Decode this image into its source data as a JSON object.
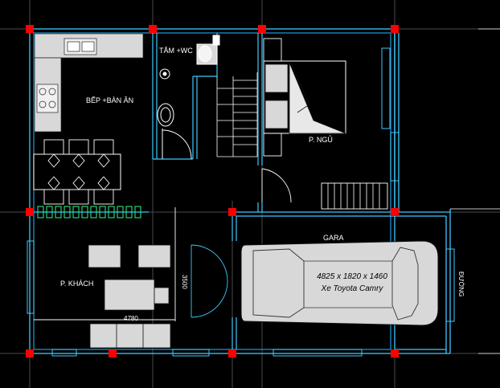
{
  "rooms": {
    "kitchen": "BẾP +BÀN ĂN",
    "bath": "TẮM +WC",
    "bedroom": "P. NGỦ",
    "living": "P. KHÁCH",
    "garage": "GARA"
  },
  "car": {
    "dims": "4825 x 1820 x 1460",
    "model": "Xe Toyota Camry"
  },
  "dimensions": {
    "width": "4780",
    "height": "3500"
  },
  "street": "ĐƯỜNG",
  "colors": {
    "wall": "#3ec8ff",
    "wall_dark": "#1e8fd0",
    "column": "#ff0000",
    "fixture": "#ffffff",
    "green": "#2ee07a",
    "furniture_fill": "#d8d8d8",
    "grid": "#5a5a5a"
  }
}
